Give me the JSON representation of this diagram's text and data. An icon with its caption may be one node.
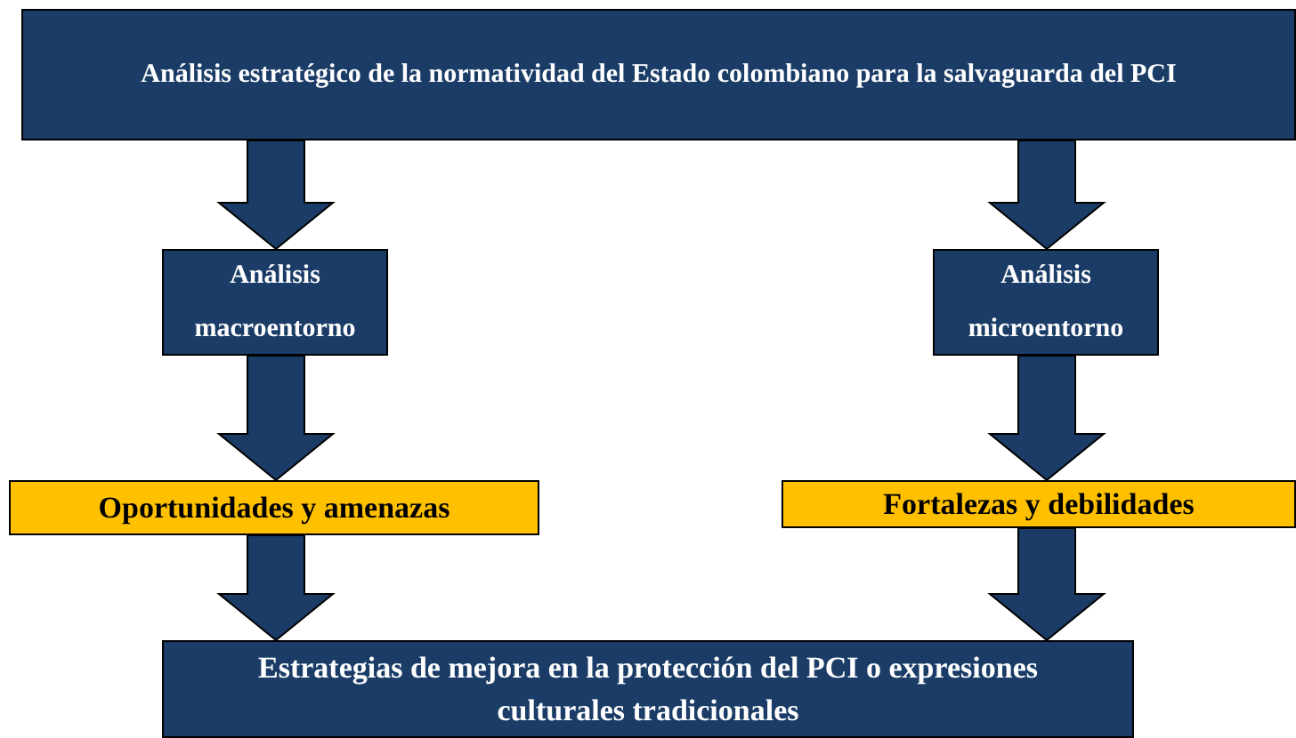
{
  "diagram": {
    "nodes": [
      {
        "text": [
          "Análisis  estratégico de la normatividad  del Estado colombiano para la salvaguarda del PCI"
        ]
      },
      {
        "text": [
          "Análisis macroentorno"
        ]
      },
      {
        "text": [
          "Análisis microentorno"
        ]
      },
      {
        "text": [
          "Oportunidades y amenazas"
        ]
      },
      {
        "text": [
          "Fortalezas y debilidades"
        ]
      },
      {
        "text": [
          "Estrategias de mejora en la protección del PCI o expresiones culturales tradicionales"
        ]
      }
    ],
    "edges": [
      {
        "from": 0,
        "to": 1,
        "arrow": "to"
      },
      {
        "from": 0,
        "to": 2,
        "arrow": "to"
      },
      {
        "from": 1,
        "to": 3,
        "arrow": "to"
      },
      {
        "from": 2,
        "to": 4,
        "arrow": "to"
      },
      {
        "from": 3,
        "to": 5,
        "arrow": "to"
      },
      {
        "from": 4,
        "to": 5,
        "arrow": "to"
      }
    ]
  }
}
